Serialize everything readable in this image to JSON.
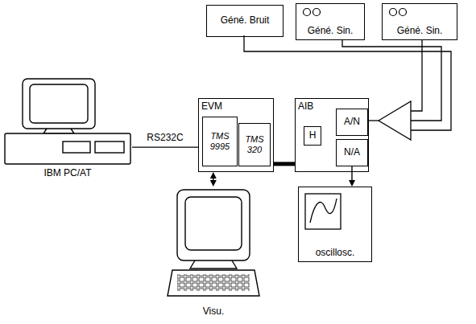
{
  "diagram": {
    "nodes": [
      {
        "text": [
          "Géné. Bruit"
        ]
      },
      {
        "text": [
          "Géné. Sin."
        ]
      },
      {
        "text": [
          "Géné. Sin."
        ]
      },
      {
        "text": [
          "IBM PC/AT"
        ]
      },
      {
        "text": [
          "EVM"
        ]
      },
      {
        "text": [
          "TMS 9995"
        ],
        "in": 4
      },
      {
        "text": [
          "TMS 320"
        ],
        "in": 4
      },
      {
        "text": [
          "AIB"
        ]
      },
      {
        "text": [
          "H"
        ],
        "in": 7
      },
      {
        "text": [
          "A/N"
        ],
        "in": 7
      },
      {
        "text": [
          "N/A"
        ],
        "in": 7
      },
      {
        "text": [
          "Visu."
        ]
      },
      {
        "text": [
          "oscillosc."
        ]
      }
    ],
    "edges": [
      {
        "from": 3,
        "to": 4,
        "label": "RS232C",
        "arrow": "none"
      },
      {
        "from": 4,
        "to": 7,
        "arrow": "none"
      },
      {
        "from": 10,
        "to": 12,
        "arrow": "to"
      },
      {
        "from": 4,
        "to": 11,
        "arrow": "both"
      }
    ]
  }
}
